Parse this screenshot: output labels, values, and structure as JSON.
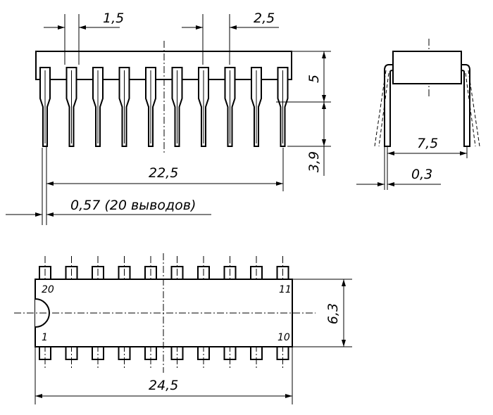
{
  "dimensions": {
    "pin_width": "1,5",
    "pin_pitch": "2,5",
    "body_height": "5",
    "lead_length": "3,9",
    "pin_span": "22,5",
    "lead_thickness": "0,57 (20 выводов)",
    "row_spacing": "7,5",
    "lead_side": "0,3",
    "body_width": "6,3",
    "body_length": "24,5"
  },
  "pins": {
    "top_left": "20",
    "top_right": "11",
    "bottom_left": "1",
    "bottom_right": "10",
    "count_per_side": 10
  },
  "colors": {
    "line": "#000000",
    "background": "#ffffff"
  }
}
